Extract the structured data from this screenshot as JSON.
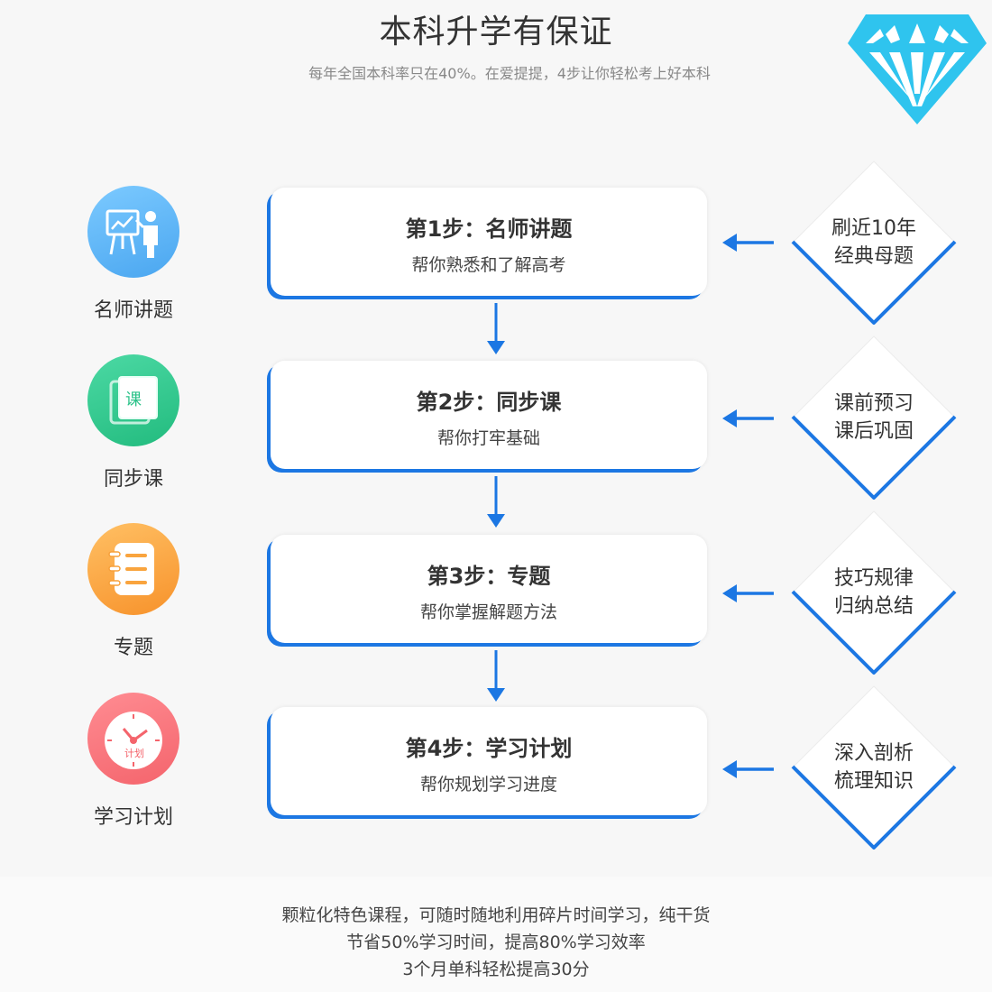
{
  "header": {
    "title": "本科升学有保证",
    "subtitle": "每年全国本科率只在40%。在爱提提，4步让你轻松考上好本科"
  },
  "left_items": [
    {
      "label": "名师讲题",
      "icon": "teacher-board-icon",
      "color": "#5ab4f7"
    },
    {
      "label": "同步课",
      "icon": "lesson-book-icon",
      "badge": "课",
      "color": "#33c98e"
    },
    {
      "label": "专题",
      "icon": "notebook-icon",
      "color": "#f9a43e"
    },
    {
      "label": "学习计划",
      "icon": "clock-icon",
      "badge": "计划",
      "color": "#f9737a"
    }
  ],
  "steps": [
    {
      "title": "第1步：名师讲题",
      "subtitle": "帮你熟悉和了解高考"
    },
    {
      "title": "第2步：同步课",
      "subtitle": "帮你打牢基础"
    },
    {
      "title": "第3步：专题",
      "subtitle": "帮你掌握解题方法"
    },
    {
      "title": "第4步：学习计划",
      "subtitle": "帮你规划学习进度"
    }
  ],
  "features": [
    {
      "line1": "刷近10年",
      "line2": "经典母题"
    },
    {
      "line1": "课前预习",
      "line2": "课后巩固"
    },
    {
      "line1": "技巧规律",
      "line2": "归纳总结"
    },
    {
      "line1": "深入剖析",
      "line2": "梳理知识"
    }
  ],
  "footer": {
    "line1": "颗粒化特色课程，可随时随地利用碎片时间学习，纯干货",
    "line2": "节省50%学习时间，提高80%学习效率",
    "line3": "3个月单科轻松提高30分"
  },
  "colors": {
    "accent_blue": "#1c77e3",
    "diamond_cyan": "#2fc4ee",
    "teacher_blue": "#5ab4f7",
    "lesson_green": "#33c98e",
    "notebook_orange": "#f9a43e",
    "clock_red": "#f9737a"
  }
}
